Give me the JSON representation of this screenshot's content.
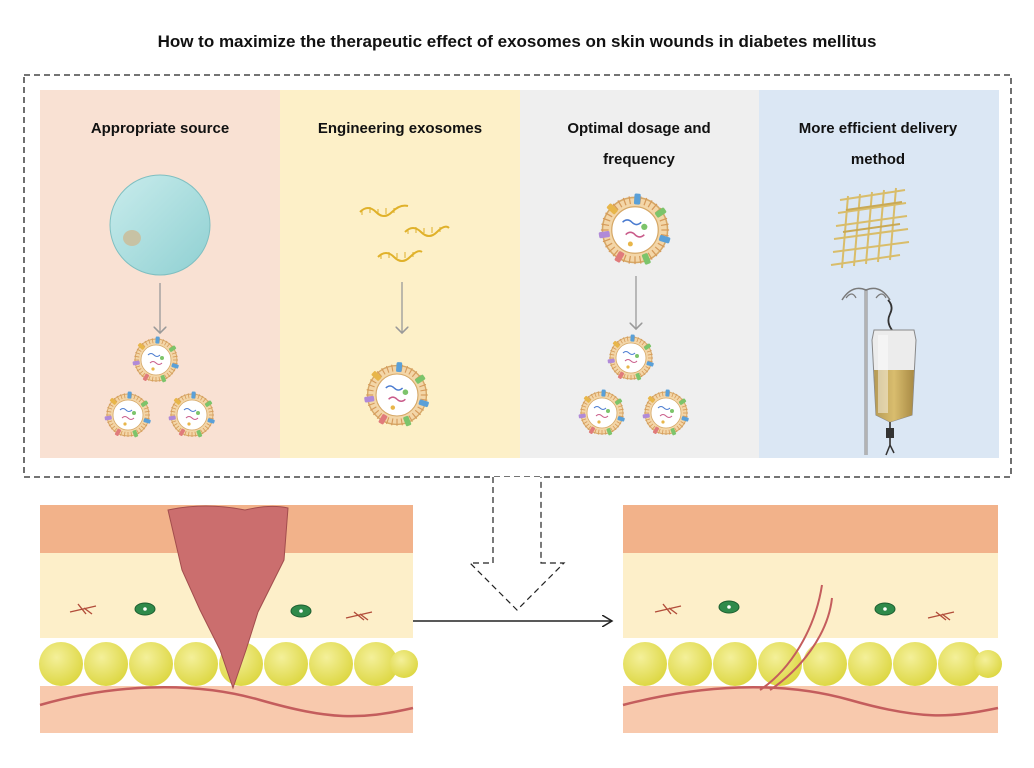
{
  "title": "How to maximize the therapeutic effect of exosomes on skin wounds in diabetes mellitus",
  "panels": [
    {
      "line1": "Appropriate source",
      "line2": "",
      "color": "#f9e1d3",
      "icon": "stem-cell-to-exosomes-icon"
    },
    {
      "line1": "Engineering exosomes",
      "line2": "",
      "color": "#fdf0c8",
      "icon": "rna-loaded-exosome-icon"
    },
    {
      "line1": "Optimal dosage and",
      "line2": "frequency",
      "color": "#efefef",
      "icon": "exosome-dosage-icon"
    },
    {
      "line1": "More efficient delivery",
      "line2": "method",
      "color": "#dbe7f4",
      "icon": "scaffold-and-iv-drip-icon"
    }
  ],
  "colors": {
    "epidermis": "#f2b28a",
    "dermis": "#fdefc9",
    "hypodermis": "#f8c9ad",
    "wound": "#cb6e6e",
    "fat_cell": "#e7e25a",
    "vessel": "#c45d5d",
    "frame": "#222222"
  }
}
